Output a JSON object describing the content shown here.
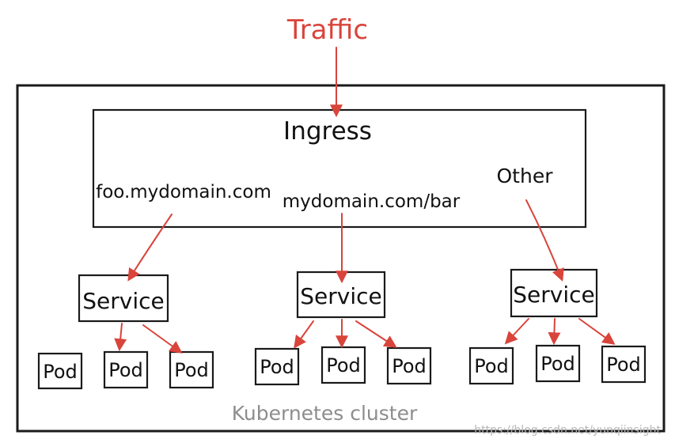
{
  "diagram": {
    "traffic_label": "Traffic",
    "ingress_label": "Ingress",
    "rule_foo": "foo.mydomain.com",
    "rule_bar": "mydomain.com/bar",
    "rule_other": "Other",
    "service_label": "Service",
    "pod_label": "Pod",
    "cluster_label": "Kubernetes cluster",
    "watermark": "https://blog.csdn.net/yunqiinsight",
    "colors": {
      "arrow": "#d9443b",
      "traffic": "#d9443b",
      "border": "#1a1a1a",
      "cluster_label": "#8d8d8d"
    }
  }
}
